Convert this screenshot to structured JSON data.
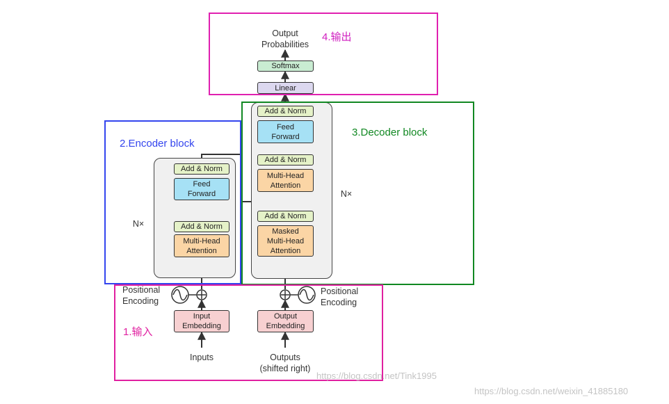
{
  "colors": {
    "output_frame": "#e020b0",
    "encoder_frame": "#3344ee",
    "decoder_frame": "#118822",
    "input_frame": "#e020a0",
    "add_norm": "#e5f2c8",
    "feed_forward": "#a6e1f5",
    "attention": "#fbd5a5",
    "embedding": "#f7d0d1",
    "linear": "#dcd8ef",
    "softmax": "#c9ecd2"
  },
  "annotations": {
    "output": "4.输出",
    "encoder": "2.Encoder block",
    "decoder": "3.Decoder block",
    "input": "1.输入"
  },
  "output": {
    "label_line1": "Output",
    "label_line2": "Probabilities",
    "softmax": "Softmax",
    "linear": "Linear"
  },
  "encoder": {
    "repeat": "N×",
    "add_norm_top": "Add & Norm",
    "feed_forward_line1": "Feed",
    "feed_forward_line2": "Forward",
    "add_norm_bottom": "Add & Norm",
    "attention_line1": "Multi-Head",
    "attention_line2": "Attention"
  },
  "decoder": {
    "repeat": "N×",
    "add_norm_top": "Add & Norm",
    "feed_forward_line1": "Feed",
    "feed_forward_line2": "Forward",
    "add_norm_mid": "Add & Norm",
    "attention_line1": "Multi-Head",
    "attention_line2": "Attention",
    "add_norm_bottom": "Add & Norm",
    "masked_line1": "Masked",
    "masked_line2": "Multi-Head",
    "masked_line3": "Attention"
  },
  "inputs": {
    "pos_enc_left_line1": "Positional",
    "pos_enc_left_line2": "Encoding",
    "pos_enc_right_line1": "Positional",
    "pos_enc_right_line2": "Encoding",
    "input_embedding_line1": "Input",
    "input_embedding_line2": "Embedding",
    "output_embedding_line1": "Output",
    "output_embedding_line2": "Embedding",
    "inputs_label": "Inputs",
    "outputs_label_line1": "Outputs",
    "outputs_label_line2": "(shifted right)"
  },
  "watermarks": {
    "center": "https://blog.csdn.net/Tink1995",
    "corner": "https://blog.csdn.net/weixin_41885180"
  }
}
